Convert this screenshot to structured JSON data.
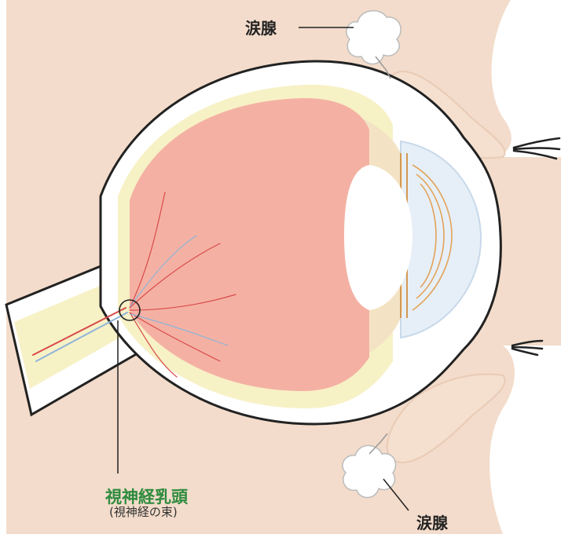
{
  "labels": {
    "lacrimal_gland_top": "涙腺",
    "lacrimal_gland_bottom": "涙腺",
    "optic_disc": "視神経乳頭",
    "optic_disc_sub": "(視神経の束)"
  },
  "colors": {
    "skin": "#f3dccb",
    "skin_dark": "#ecd2be",
    "sclera": "#ffffff",
    "choroid": "#f7f1c6",
    "retina_interior": "#f4b1a3",
    "vessel_red": "#d94a4a",
    "vessel_blue": "#8fb4d8",
    "label_green": "#2e8b3e"
  }
}
